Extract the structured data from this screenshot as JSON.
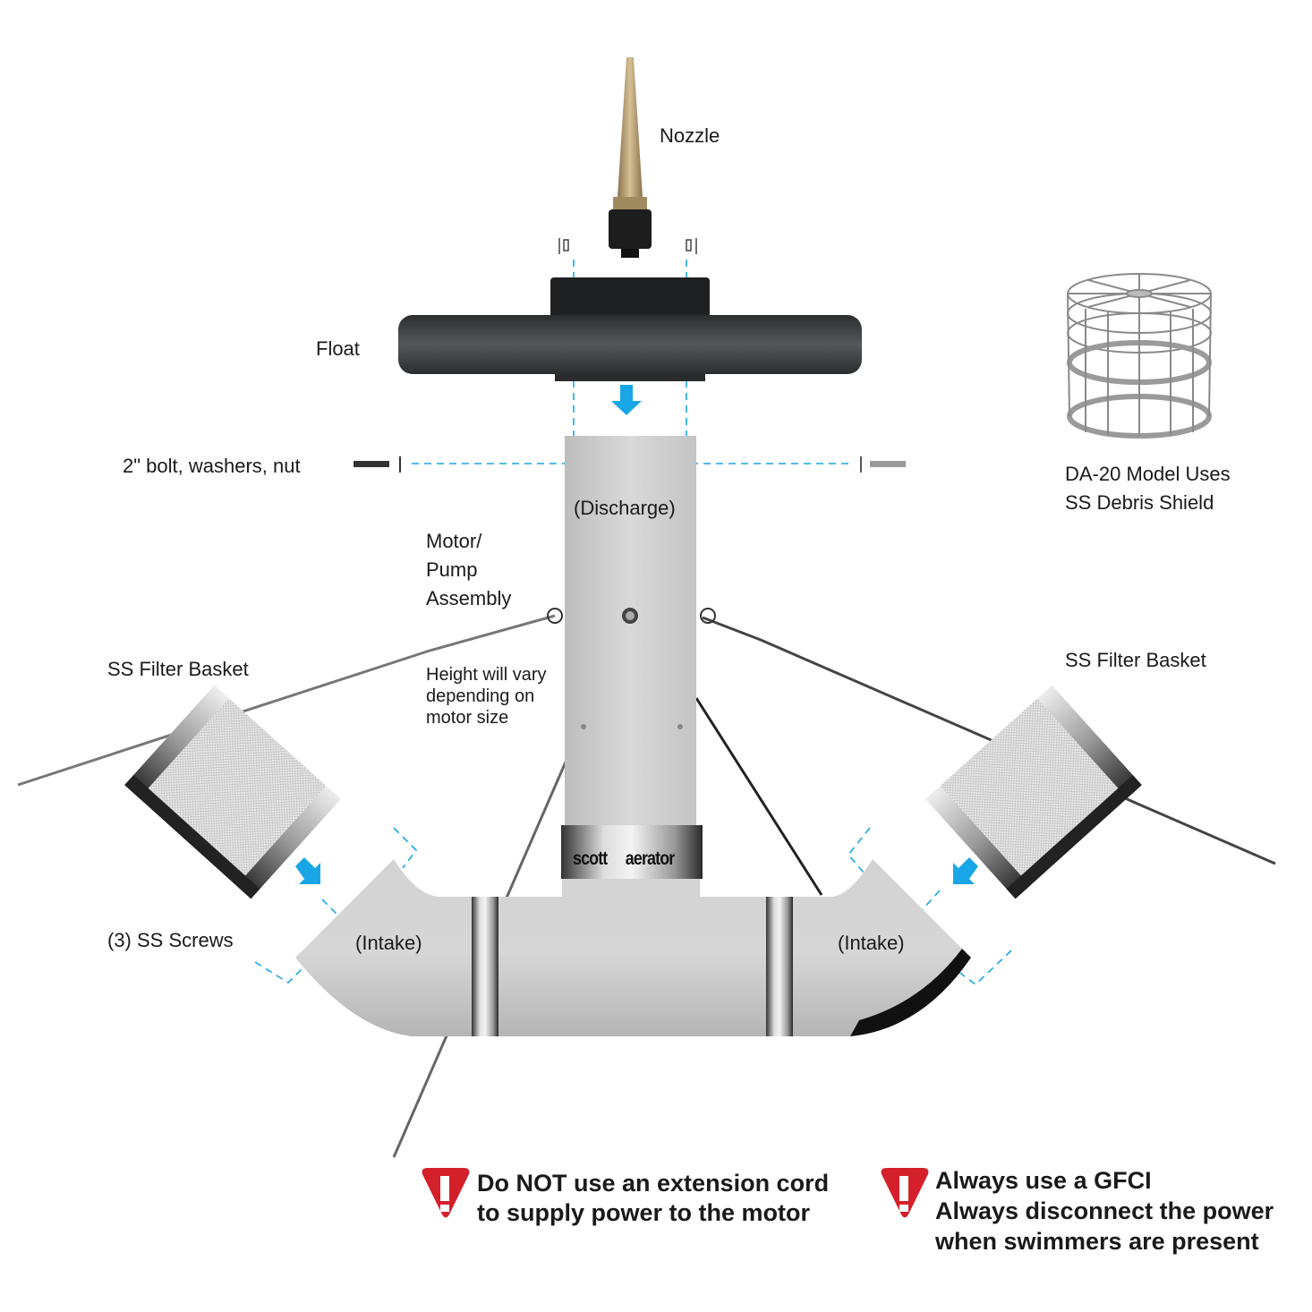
{
  "labels": {
    "nozzle": "Nozzle",
    "float": "Float",
    "bolt": "2\" bolt, washers, nut",
    "discharge": "(Discharge)",
    "motor_pump": [
      "Motor/",
      "Pump",
      "Assembly"
    ],
    "height_note": [
      "Height will vary",
      "depending on",
      "motor size"
    ],
    "filter_left": "SS Filter Basket",
    "filter_right": "SS Filter Basket",
    "debris_shield": [
      "DA-20 Model Uses",
      "SS Debris Shield"
    ],
    "screws": "(3) SS Screws",
    "intake_left": "(Intake)",
    "intake_right": "(Intake)"
  },
  "logo": {
    "left": "scott",
    "right": "aerator"
  },
  "warnings": [
    {
      "icon": "warning-exclamation-icon",
      "lines": [
        "Do NOT use an extension cord",
        "to supply power to the motor"
      ]
    },
    {
      "icon": "warning-exclamation-icon",
      "lines": [
        "Always use a GFCI",
        "Always disconnect the power",
        "when swimmers are present"
      ]
    }
  ],
  "colors": {
    "accent_arrow": "#19a6e6",
    "warning_red": "#d4202a",
    "float": "#3a3d3f",
    "pipe": "#cfcfcf",
    "nozzle": "#b59a6a"
  }
}
